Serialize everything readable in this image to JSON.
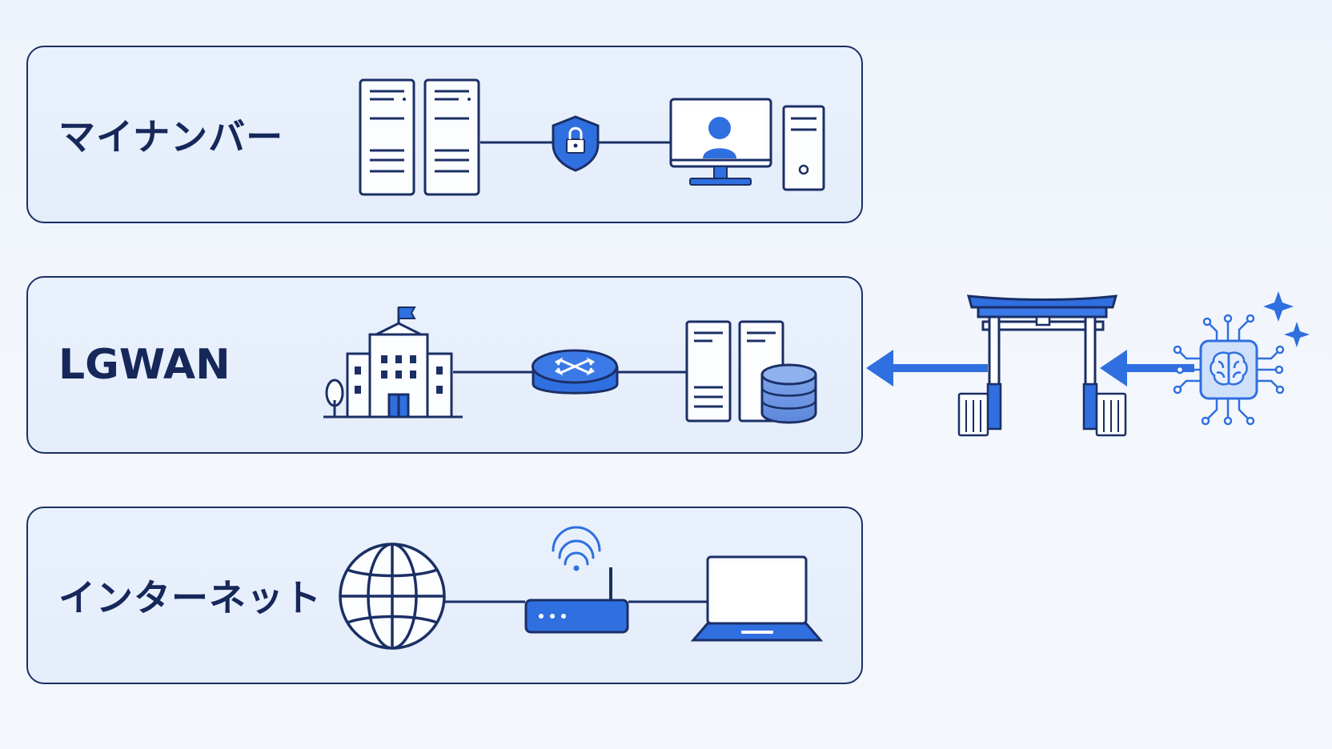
{
  "layers": [
    {
      "label": "マイナンバー",
      "icons": [
        "server-icon",
        "shield-lock-icon",
        "desktop-user-icon",
        "pc-tower-icon"
      ]
    },
    {
      "label": "LGWAN",
      "icons": [
        "government-building-icon",
        "router-switch-icon",
        "server-database-icon"
      ]
    },
    {
      "label": "インターネット",
      "icons": [
        "globe-icon",
        "wifi-router-icon",
        "laptop-icon"
      ]
    }
  ],
  "right_side": {
    "icons": [
      "ai-brain-chip-icon",
      "sparkle-icon",
      "torii-gate-icon",
      "left-arrow-icon"
    ]
  },
  "colors": {
    "navy": "#1b2f66",
    "accent": "#2f6fe0",
    "panel_bg": "#e6eefb",
    "page_bg": "#f0f4fb"
  }
}
